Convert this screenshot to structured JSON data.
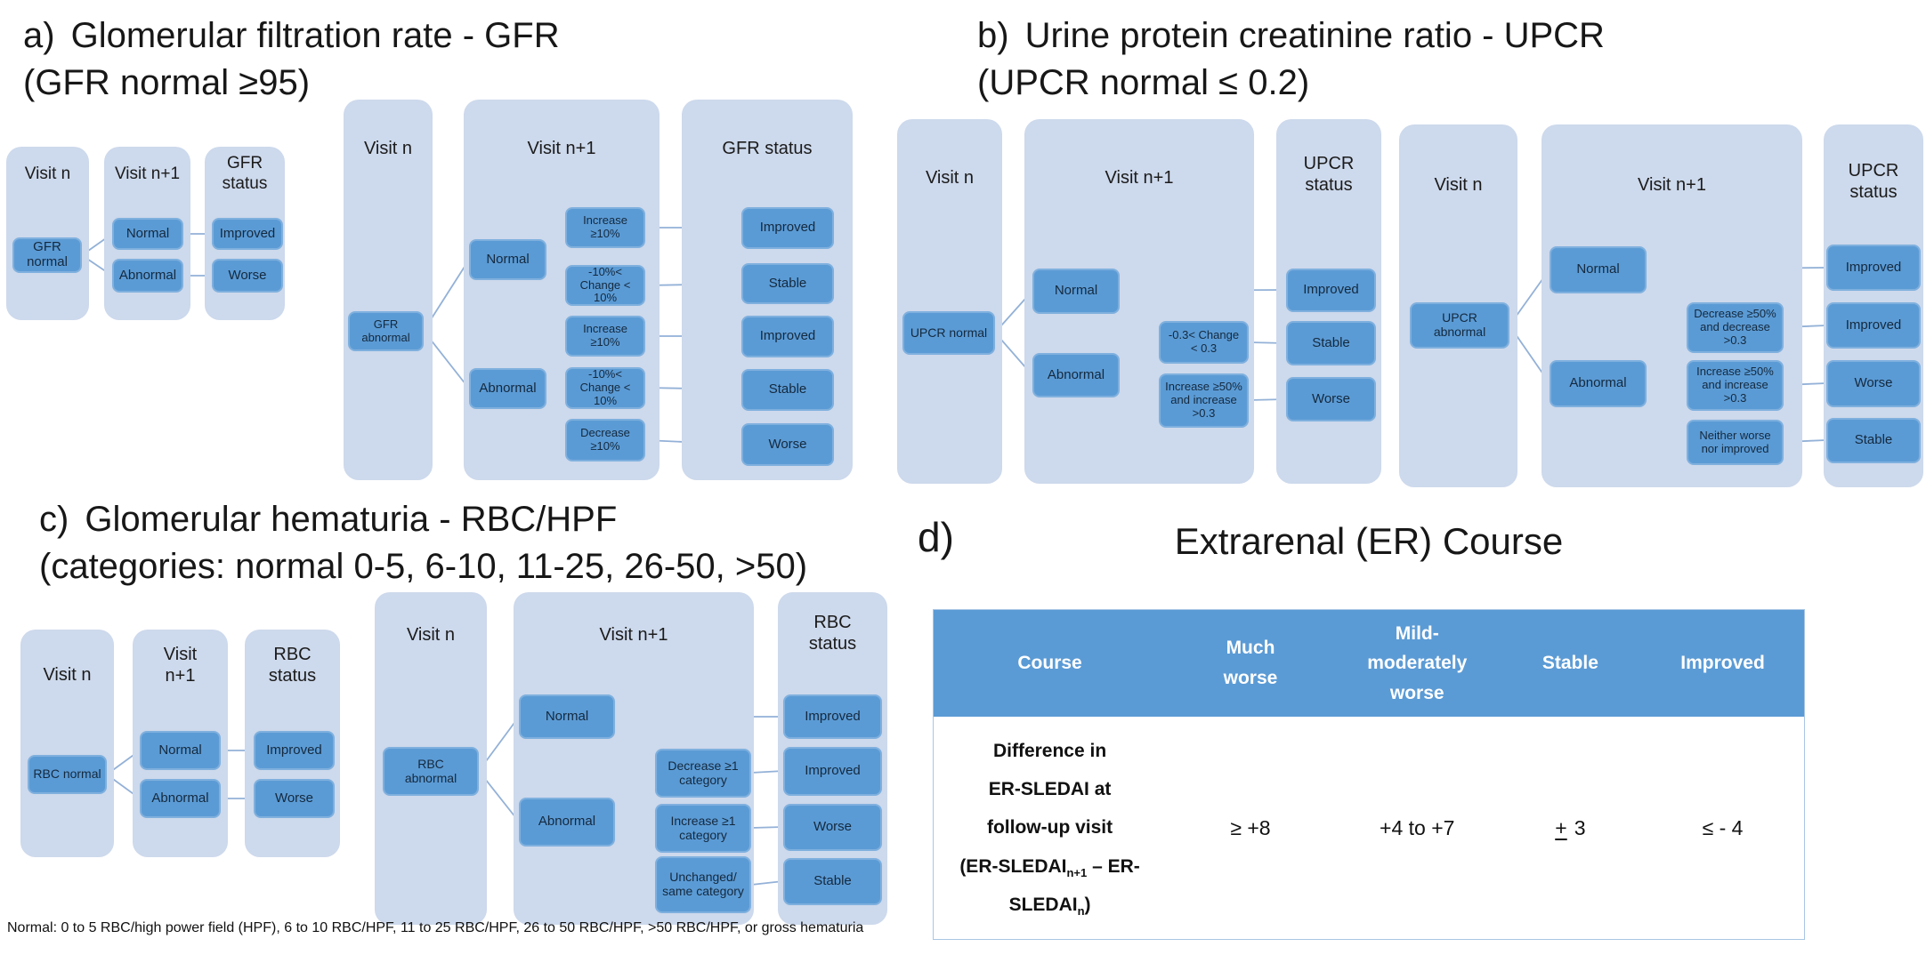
{
  "colors": {
    "column_fill": "#cdd9ec",
    "node_fill": "#5b9bd5",
    "node_border": "#7fb0de",
    "connector": "#93b1d7",
    "table_header_fill": "#5b9bd5",
    "table_border": "#a9c6e4"
  },
  "panels": {
    "a": {
      "marker": "a)",
      "title": "Glomerular filtration rate - GFR",
      "subtitle": "(GFR normal ≥95)",
      "small_flow": {
        "col1": "Visit n",
        "col2": "Visit n+1",
        "col3": "GFR status",
        "root": "GFR normal",
        "b1": "Normal",
        "b2": "Abnormal",
        "s1": "Improved",
        "s2": "Worse"
      },
      "large_flow": {
        "col1": "Visit n",
        "col2": "Visit n+1",
        "col3": "GFR status",
        "root": "GFR abnormal",
        "b1": "Normal",
        "b2": "Abnormal",
        "c1": "Increase ≥10%",
        "c2": "-10%< Change < 10%",
        "c3": "Increase ≥10%",
        "c4": "-10%< Change < 10%",
        "c5": "Decrease ≥10%",
        "s1": "Improved",
        "s2": "Stable",
        "s3": "Improved",
        "s4": "Stable",
        "s5": "Worse"
      }
    },
    "b": {
      "marker": "b)",
      "title": "Urine protein creatinine ratio - UPCR",
      "subtitle": "(UPCR normal ≤ 0.2)",
      "flow_normal": {
        "col1": "Visit n",
        "col2": "Visit n+1",
        "col3": "UPCR status",
        "root": "UPCR normal",
        "b1": "Normal",
        "b2": "Abnormal",
        "c1": "-0.3< Change < 0.3",
        "c2": "Increase ≥50% and increase >0.3",
        "s1": "Improved",
        "s2": "Stable",
        "s3": "Worse"
      },
      "flow_abnormal": {
        "col1": "Visit n",
        "col2": "Visit n+1",
        "col3": "UPCR status",
        "root": "UPCR abnormal",
        "b1": "Normal",
        "b2": "Abnormal",
        "c1": "Decrease ≥50% and decrease >0.3",
        "c2": "Increase ≥50% and increase >0.3",
        "c3": "Neither worse nor improved",
        "s1": "Improved",
        "s2": "Improved",
        "s3": "Worse",
        "s4": "Stable"
      }
    },
    "c": {
      "marker": "c)",
      "title": "Glomerular hematuria - RBC/HPF",
      "subtitle": "(categories: normal 0-5, 6-10, 11-25, 26-50, >50)",
      "small_flow": {
        "col1": "Visit n",
        "col2": "Visit n+1",
        "col3": "RBC status",
        "root": "RBC normal",
        "b1": "Normal",
        "b2": "Abnormal",
        "s1": "Improved",
        "s2": "Worse"
      },
      "large_flow": {
        "col1": "Visit n",
        "col2": "Visit n+1",
        "col3": "RBC status",
        "root": "RBC abnormal",
        "b1": "Normal",
        "b2": "Abnormal",
        "c1": "Decrease ≥1 category",
        "c2": "Increase ≥1 category",
        "c3": "Unchanged/ same category",
        "s1": "Improved",
        "s2": "Improved",
        "s3": "Worse",
        "s4": "Stable"
      },
      "footnote": "Normal: 0 to 5 RBC/high power field (HPF), 6 to 10 RBC/HPF, 11 to 25 RBC/HPF, 26 to 50 RBC/HPF, >50 RBC/HPF, or gross hematuria"
    },
    "d": {
      "marker": "d)",
      "title": "Extrarenal (ER) Course",
      "table": {
        "headers": [
          "Course",
          "Much worse",
          "Mild-moderately worse",
          "Stable",
          "Improved"
        ],
        "row": {
          "label_line1": "Difference in",
          "label_line2": "ER-SLEDAI at",
          "label_line3": "follow-up visit",
          "label_line4_pre": "(ER-SLEDAI",
          "label_line4_sub": "n+1",
          "label_line4_post": " – ER-",
          "label_line5_pre": "SLEDAI",
          "label_line5_sub": "n",
          "label_line5_post": ")",
          "much_worse": "≥ +8",
          "mild_moderately_worse": "+4  to +7",
          "stable_sign": "+",
          "stable_value": "3",
          "improved": "≤  - 4"
        }
      }
    }
  }
}
